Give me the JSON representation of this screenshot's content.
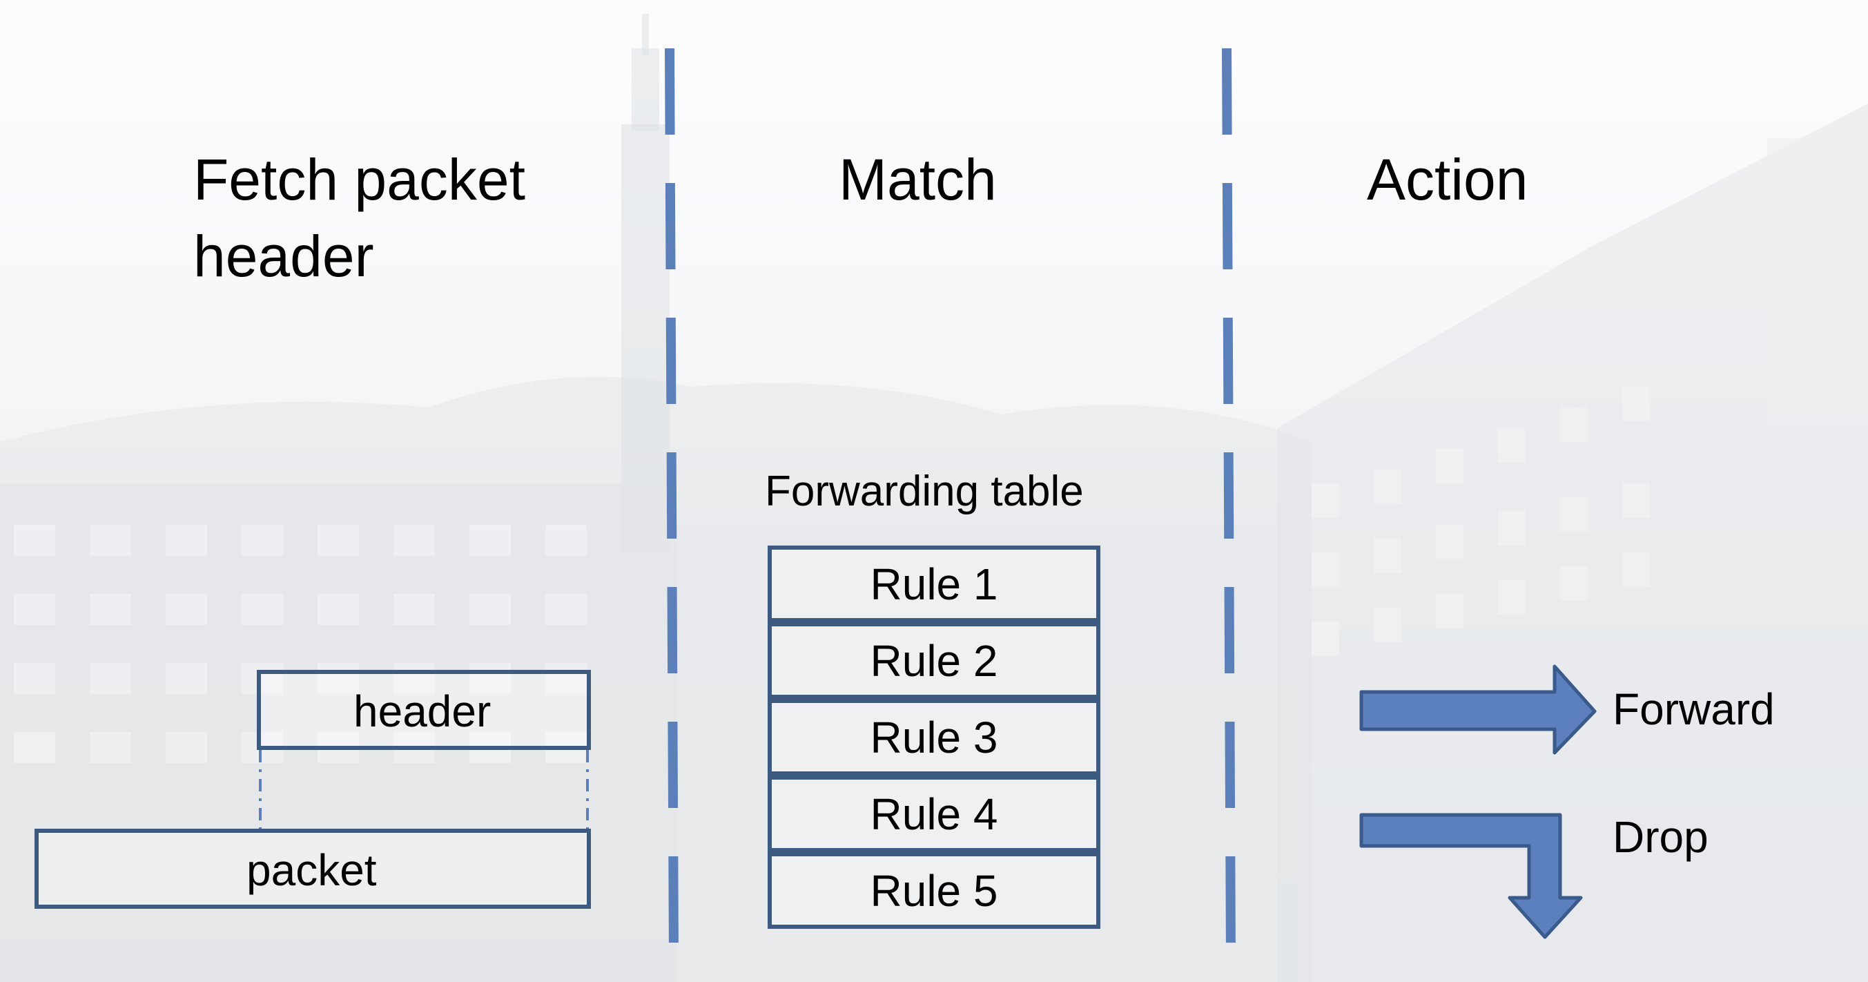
{
  "columns": {
    "fetch": {
      "title": "Fetch packet\nheader"
    },
    "match": {
      "title": "Match"
    },
    "action": {
      "title": "Action"
    }
  },
  "packet": {
    "header_label": "header",
    "packet_label": "packet"
  },
  "forwarding_table": {
    "title": "Forwarding table",
    "rules": [
      "Rule 1",
      "Rule 2",
      "Rule 3",
      "Rule 4",
      "Rule 5"
    ]
  },
  "actions": {
    "forward_label": "Forward",
    "drop_label": "Drop"
  },
  "colors": {
    "divider": "#5b7fb9",
    "arrow_fill": "#5b80bd",
    "arrow_stroke": "#3a5a8c",
    "box_border": "#3d5a80"
  }
}
